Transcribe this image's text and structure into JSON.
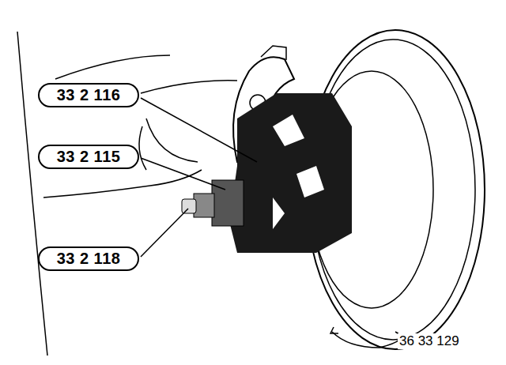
{
  "diagram": {
    "nodes": [
      {
        "text": [
          "33 2 116"
        ]
      },
      {
        "text": [
          "33 2 115"
        ]
      },
      {
        "text": [
          "33 2 118"
        ]
      }
    ],
    "labels": [
      "36 33 129"
    ]
  }
}
